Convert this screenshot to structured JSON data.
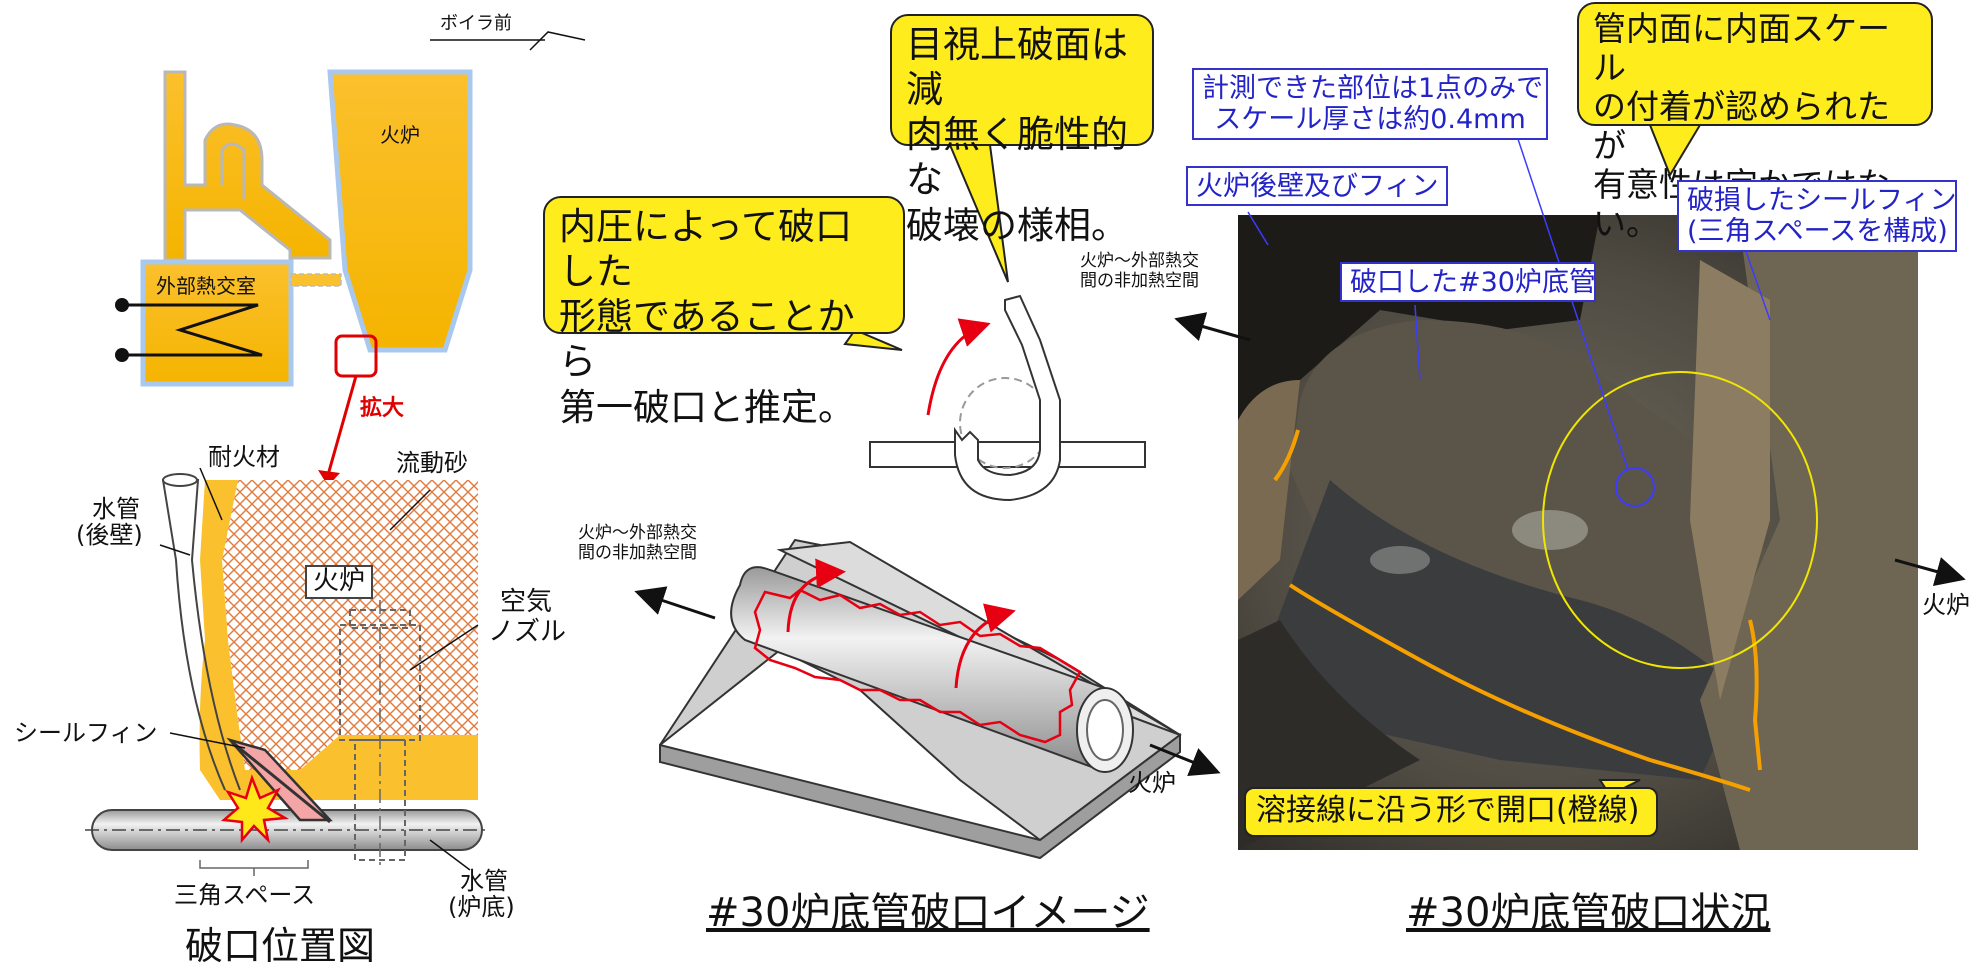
{
  "left": {
    "boiler_front": "ボイラ前",
    "furnace_top": "火炉",
    "external_hx": "外部熱交室",
    "enlarge": "拡大",
    "refractory": "耐火材",
    "fluid_sand": "流動砂",
    "water_tube_rear_1": "水管",
    "water_tube_rear_2": "(後壁)",
    "furnace": "火炉",
    "air_nozzle_1": "空気",
    "air_nozzle_2": "ノズル",
    "seal_fin": "シールフィン",
    "triangle_space": "三角スペース",
    "water_tube_floor_1": "水管",
    "water_tube_floor_2": "(炉底)",
    "caption": "破口位置図"
  },
  "middle": {
    "callout_visual": [
      "目視上破面は減",
      "肉無く脆性的な",
      "破壊の様相。"
    ],
    "callout_pressure": [
      "内圧によって破口した",
      "形態であることから",
      "第一破口と推定。"
    ],
    "nonheated_space_1": "火炉～外部熱交",
    "nonheated_space_2": "間の非加熱空間",
    "furnace": "火炉",
    "caption": "#30炉底管破口イメージ"
  },
  "right": {
    "callout_scale": [
      "管内面に内面スケール",
      "の付着が認められたが",
      "有意性は定かではない。"
    ],
    "measure_note": [
      "計測できた部位は1点のみで",
      "スケール厚さは約0.4mm"
    ],
    "rear_wall_fin": "火炉後壁及びフィン",
    "damaged_fin": [
      "破損したシールフィン",
      "(三角スペースを構成)"
    ],
    "ruptured_tube": "破口した#30炉底管",
    "nonheated_space_1": "火炉～外部熱交",
    "nonheated_space_2": "間の非加熱空間",
    "furnace": "火炉",
    "weld_opening": "溶接線に沿う形で開口(橙線)",
    "caption": "#30炉底管破口状況"
  },
  "colors": {
    "yellow_fill": "#fbc02d",
    "callout_yellow": "#ffec1c",
    "label_blue": "#2323c8",
    "weld_orange": "#f5a000",
    "crack_red": "#e60012",
    "highlight_red": "#e00000"
  }
}
